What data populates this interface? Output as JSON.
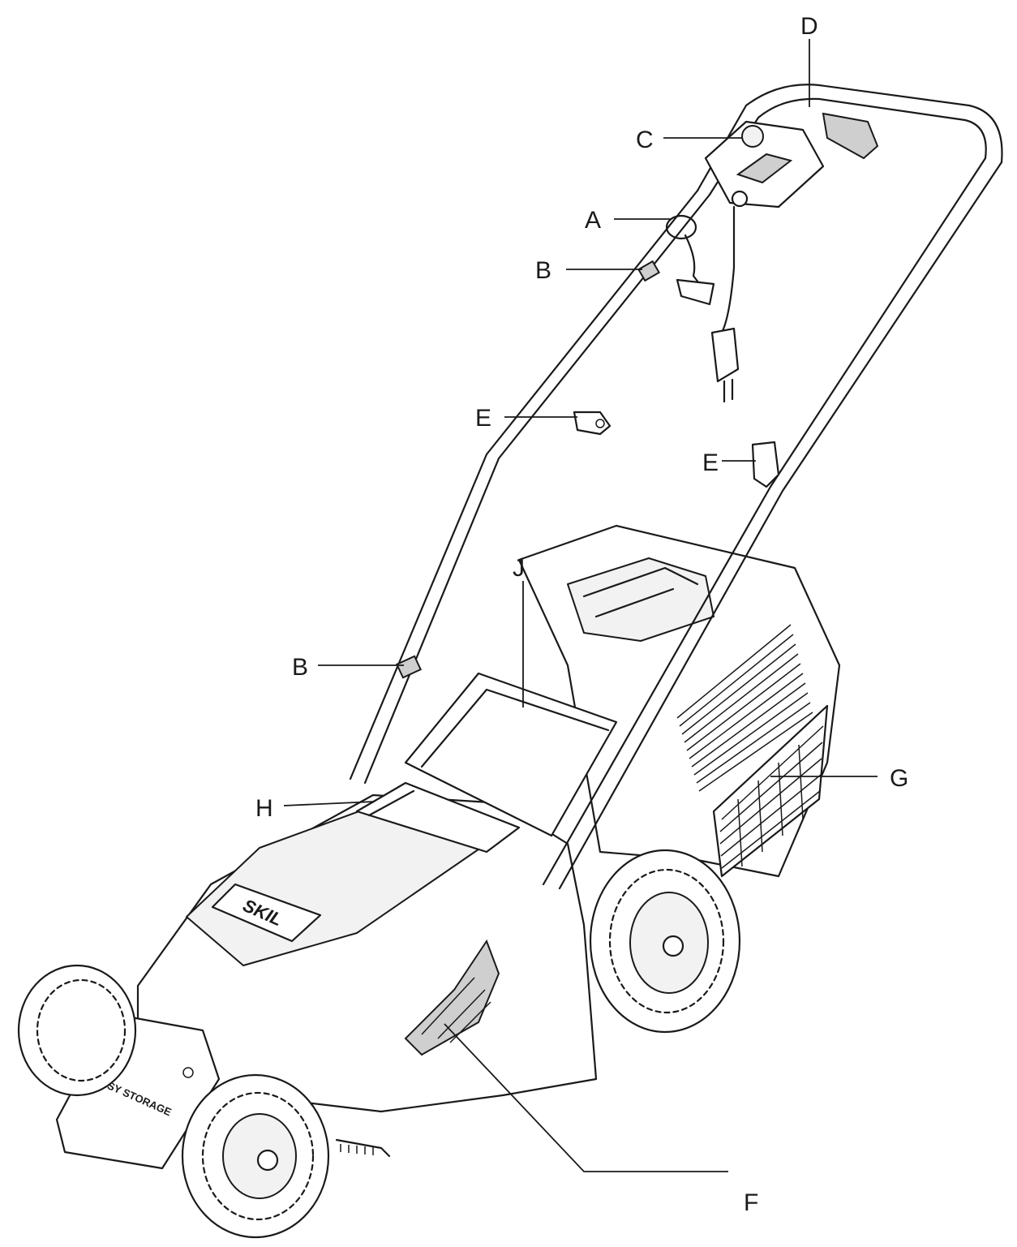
{
  "diagram": {
    "subject": "electric lawn mower",
    "brand_mark": "SKIL",
    "deck_stamp": "EASY STORAGE",
    "callouts": {
      "a": "A",
      "b_upper": "B",
      "b_lower": "B",
      "c": "C",
      "d": "D",
      "e_left": "E",
      "e_right": "E",
      "f": "F",
      "g": "G",
      "h": "H",
      "j": "J"
    }
  }
}
